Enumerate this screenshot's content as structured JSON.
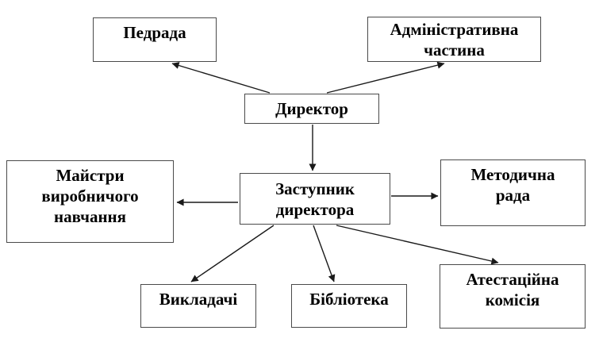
{
  "diagram": {
    "type": "org-chart",
    "background": "#ffffff",
    "colors": {
      "box_border": "#4a4a4a",
      "box_fill": "#ffffff",
      "text": "#000000",
      "arrow": "#1a1a1a"
    },
    "nodes": {
      "pedrada": {
        "label": "Педрада"
      },
      "admin_part": {
        "label": "Адміністративна\nчастина"
      },
      "director": {
        "label": "Директор"
      },
      "masters": {
        "label": "Майстри\nвиробничого\nнавчання"
      },
      "deputy": {
        "label": "Заступник\nдиректора"
      },
      "method_council": {
        "label": "Методична\nрада"
      },
      "teachers": {
        "label": "Викладачі"
      },
      "library": {
        "label": "Бібліотека"
      },
      "attestation": {
        "label": "Атестаційна\nкомісія"
      }
    },
    "edges": [
      {
        "from": "director",
        "to": "pedrada"
      },
      {
        "from": "director",
        "to": "admin_part"
      },
      {
        "from": "director",
        "to": "deputy"
      },
      {
        "from": "deputy",
        "to": "masters"
      },
      {
        "from": "deputy",
        "to": "method_council"
      },
      {
        "from": "deputy",
        "to": "teachers"
      },
      {
        "from": "deputy",
        "to": "library"
      },
      {
        "from": "deputy",
        "to": "attestation"
      }
    ]
  }
}
